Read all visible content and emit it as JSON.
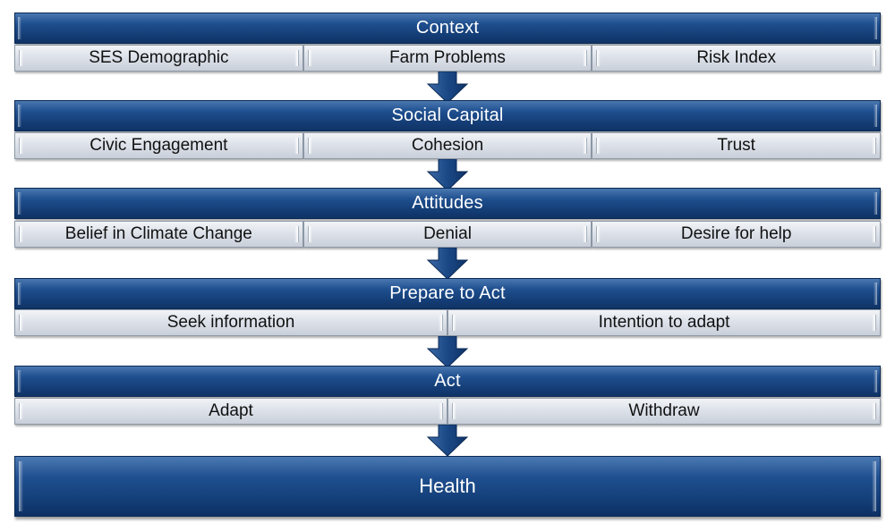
{
  "levels": [
    {
      "title": "Context",
      "items": [
        "SES Demographic",
        "Farm Problems",
        "Risk Index"
      ]
    },
    {
      "title": "Social Capital",
      "items": [
        "Civic Engagement",
        "Cohesion",
        "Trust"
      ]
    },
    {
      "title": "Attitudes",
      "items": [
        "Belief in Climate Change",
        "Denial",
        "Desire for help"
      ]
    },
    {
      "title": "Prepare to Act",
      "items": [
        "Seek information",
        "Intention to adapt"
      ]
    },
    {
      "title": "Act",
      "items": [
        "Adapt",
        "Withdraw"
      ]
    }
  ],
  "outcome": {
    "title": "Health"
  },
  "colors": {
    "header_blue": "#1f4f8f",
    "item_gray": "#dde2ea",
    "arrow_blue": "#1f4f8f"
  }
}
